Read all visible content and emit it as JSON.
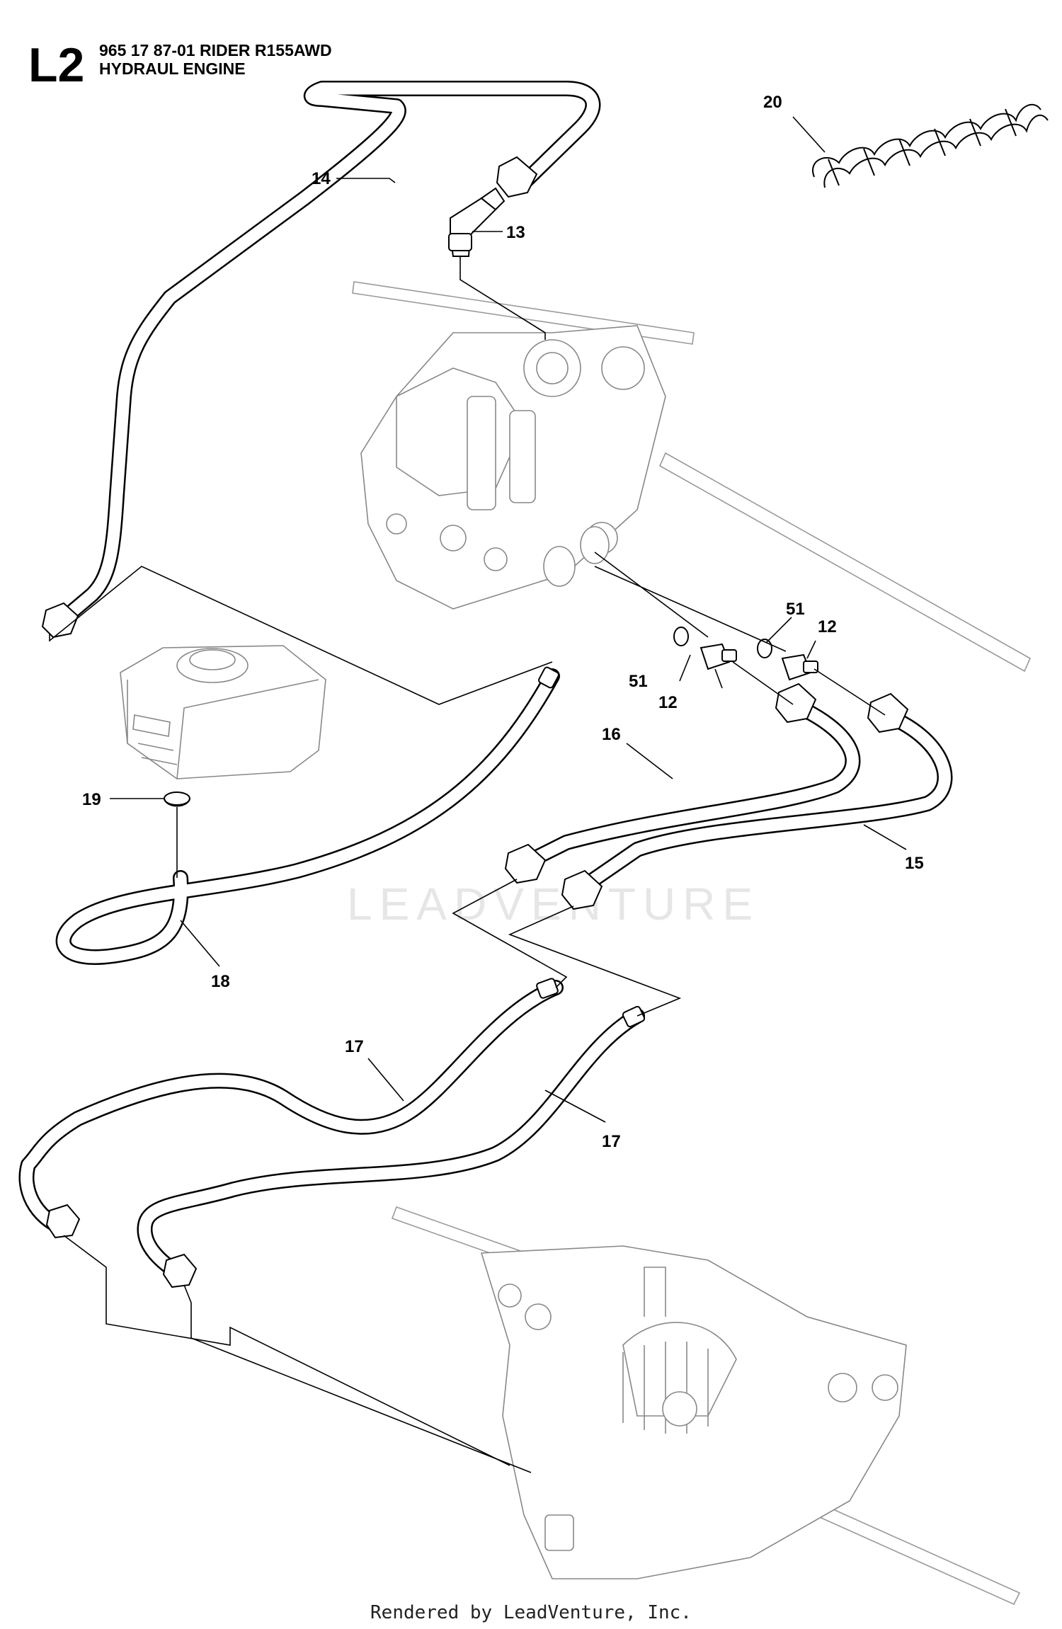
{
  "header": {
    "page_code": "L2",
    "line1": "965 17 87-01 RIDER R155AWD",
    "line2": "HYDRAUL ENGINE"
  },
  "callouts": [
    {
      "id": "c20",
      "label": "20"
    },
    {
      "id": "c14",
      "label": "14"
    },
    {
      "id": "c13",
      "label": "13"
    },
    {
      "id": "c51a",
      "label": "51"
    },
    {
      "id": "c12a",
      "label": "12"
    },
    {
      "id": "c51b",
      "label": "51"
    },
    {
      "id": "c12b",
      "label": "12"
    },
    {
      "id": "c16",
      "label": "16"
    },
    {
      "id": "c19",
      "label": "19"
    },
    {
      "id": "c15",
      "label": "15"
    },
    {
      "id": "c18",
      "label": "18"
    },
    {
      "id": "c17a",
      "label": "17"
    },
    {
      "id": "c17b",
      "label": "17"
    }
  ],
  "watermark": "LEADVENTURE",
  "footer": "Rendered by LeadVenture, Inc."
}
